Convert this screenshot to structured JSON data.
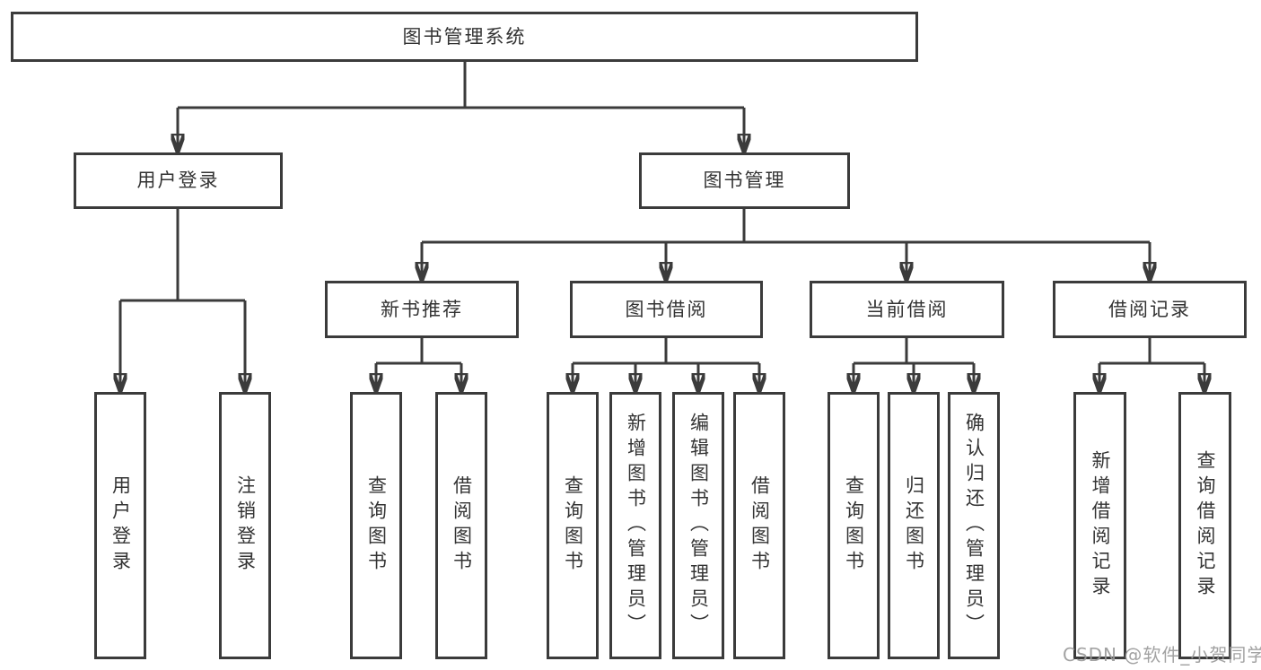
{
  "tree": {
    "label": "图书管理系统",
    "children": [
      {
        "label": "用户登录",
        "children": [
          {
            "label": "用户登录"
          },
          {
            "label": "注销登录"
          }
        ]
      },
      {
        "label": "图书管理",
        "children": [
          {
            "label": "新书推荐",
            "children": [
              {
                "label": "查询图书"
              },
              {
                "label": "借阅图书"
              }
            ]
          },
          {
            "label": "图书借阅",
            "children": [
              {
                "label": "查询图书"
              },
              {
                "label": "新增图书（管理员）"
              },
              {
                "label": "编辑图书（管理员）"
              },
              {
                "label": "借阅图书"
              }
            ]
          },
          {
            "label": "当前借阅",
            "children": [
              {
                "label": "查询图书"
              },
              {
                "label": "归还图书"
              },
              {
                "label": "确认归还（管理员）"
              }
            ]
          },
          {
            "label": "借阅记录",
            "children": [
              {
                "label": "新增借阅记录"
              },
              {
                "label": "查询借阅记录"
              }
            ]
          }
        ]
      }
    ]
  },
  "watermark": {
    "text": "CSDN @软件_小贺同学"
  },
  "colors": {
    "line": "#3b3b3b",
    "text": "#333333",
    "background": "#ffffff",
    "watermark": "#999999"
  }
}
